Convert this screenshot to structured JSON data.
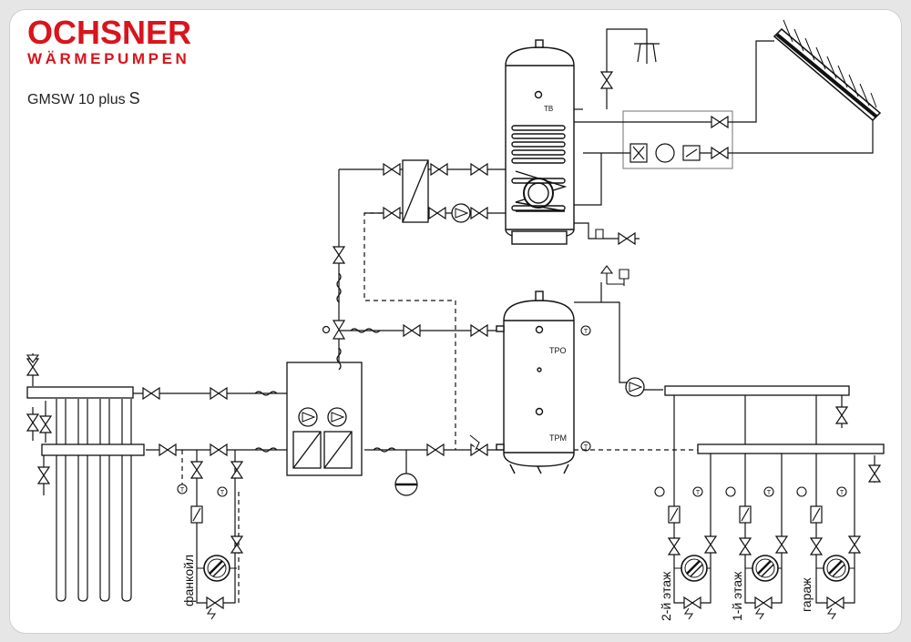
{
  "brand": {
    "name": "OCHSNER",
    "subline": "WÄRMEPUMPEN",
    "color": "#d8141c"
  },
  "model": {
    "name": "GMSW 10 plus",
    "suffix": "S"
  },
  "sensors": {
    "boiler": "TB",
    "buffer_top": "TPO",
    "buffer_mid": "TPM",
    "thermo": "T"
  },
  "circuits": [
    "фанкойл",
    "2-й этаж",
    "1-й этаж",
    "гараж"
  ],
  "icons": [
    "solar-collector-icon",
    "shower-tap-icon",
    "circulation-pump-icon",
    "ball-valve-icon",
    "expansion-vessel-icon",
    "heat-exchanger-icon",
    "mixing-valve-icon",
    "safety-valve-icon"
  ]
}
